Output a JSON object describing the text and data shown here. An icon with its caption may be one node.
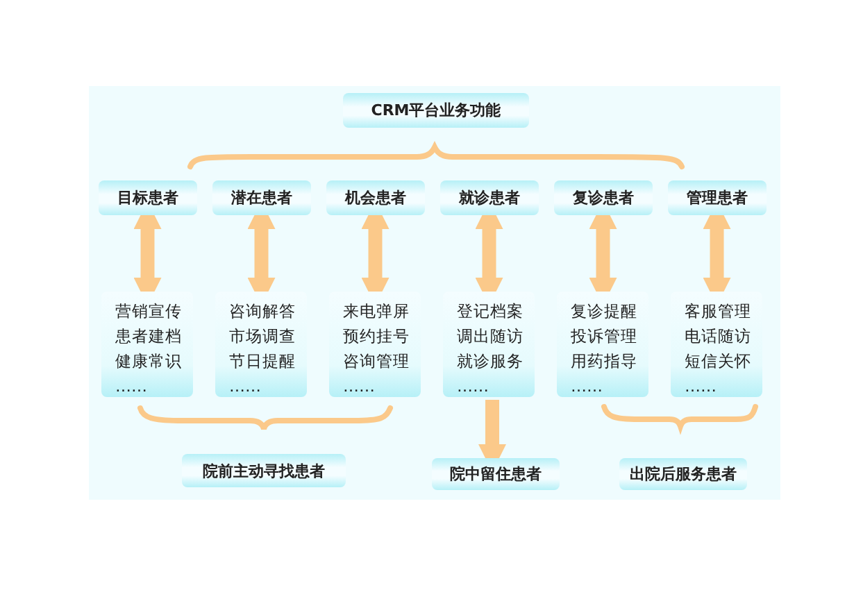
{
  "diagram": {
    "nodes": [
      {
        "text": [
          "CRM平台业务功能"
        ]
      },
      {
        "text": [
          "目标患者"
        ]
      },
      {
        "text": [
          "潜在患者"
        ]
      },
      {
        "text": [
          "机会患者"
        ]
      },
      {
        "text": [
          "就诊患者"
        ]
      },
      {
        "text": [
          "复诊患者"
        ]
      },
      {
        "text": [
          "管理患者"
        ]
      },
      {
        "text": [
          "营销宣传",
          "患者建档",
          "健康常识",
          "……"
        ]
      },
      {
        "text": [
          "咨询解答",
          "市场调查",
          "节日提醒",
          "……"
        ]
      },
      {
        "text": [
          "来电弹屏",
          "预约挂号",
          "咨询管理",
          "……"
        ]
      },
      {
        "text": [
          "登记档案",
          "调出随访",
          "就诊服务",
          "……"
        ]
      },
      {
        "text": [
          "复诊提醒",
          "投诉管理",
          "用药指导",
          "……"
        ]
      },
      {
        "text": [
          "客服管理",
          "电话随访",
          "短信关怀",
          "……"
        ]
      },
      {
        "text": [
          "院前主动寻找患者"
        ]
      },
      {
        "text": [
          "院中留住患者"
        ]
      },
      {
        "text": [
          "出院后服务患者"
        ]
      }
    ],
    "edges": [
      {
        "from": 1,
        "to": 7,
        "arrow": "both"
      },
      {
        "from": 2,
        "to": 8,
        "arrow": "both"
      },
      {
        "from": 3,
        "to": 9,
        "arrow": "both"
      },
      {
        "from": 4,
        "to": 10,
        "arrow": "both"
      },
      {
        "from": 5,
        "to": 11,
        "arrow": "both"
      },
      {
        "from": 6,
        "to": 12,
        "arrow": "both"
      },
      {
        "from": 10,
        "to": 14,
        "arrow": "to"
      }
    ]
  }
}
